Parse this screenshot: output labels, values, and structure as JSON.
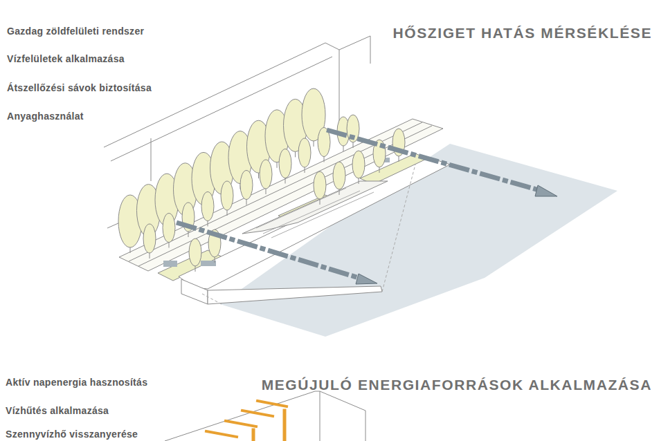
{
  "diagram": {
    "title": "HŐSZIGET HATÁS MÉRSÉKLÉSE",
    "labels": [
      "Gazdag zöldfelületi rendszer",
      "Vízfelületek alkalmazása",
      "Átszellőzési sávok biztosítása",
      "Anyaghasználat",
      "MEGÚJULÓ ENERGIAFORRÁSOK ALKALMAZÁSA",
      "Aktív napenergia hasznosítás",
      "Vízhűtés alkalmazása",
      "Szennyvízhő visszanyerése"
    ]
  }
}
